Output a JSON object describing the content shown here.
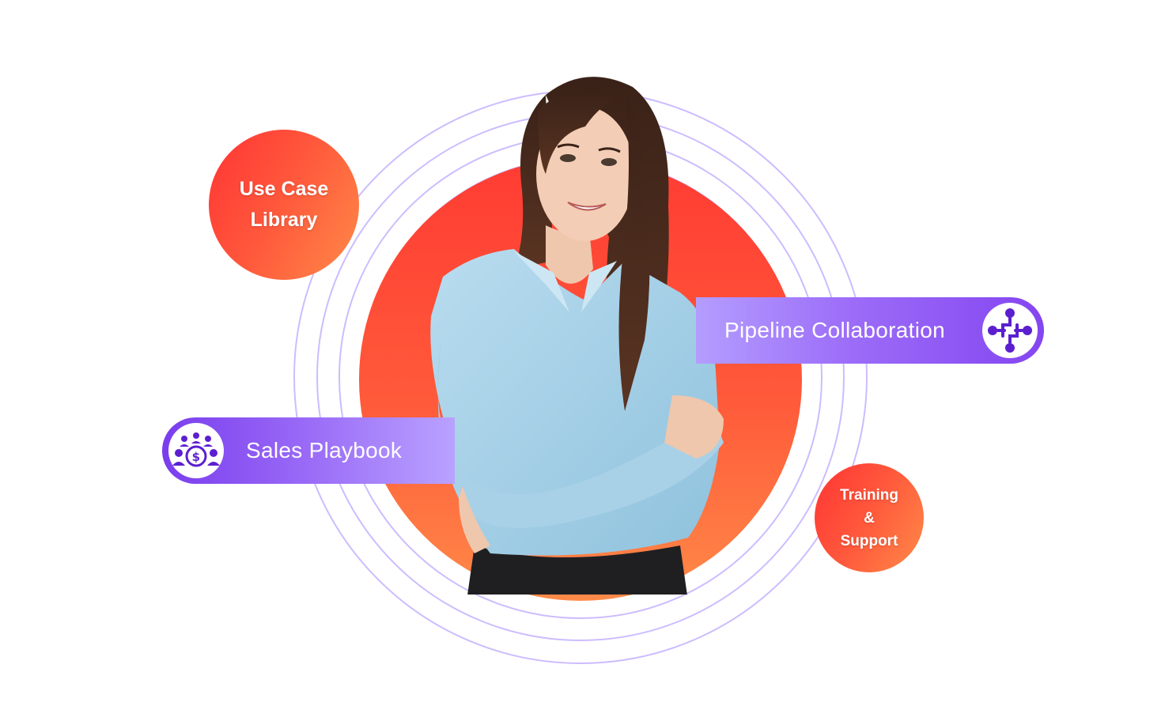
{
  "bubbles": {
    "use_case_line1": "Use Case",
    "use_case_line2": "Library",
    "training_line1": "Training",
    "training_line2": "&",
    "training_line3": "Support"
  },
  "pills": {
    "pipeline_label": "Pipeline Collaboration",
    "pipeline_icon": "collaboration-icon",
    "sales_label": "Sales Playbook",
    "sales_icon": "team-money-icon"
  },
  "colors": {
    "orange_red": "#ff3b33",
    "orange_light": "#ff8a48",
    "purple": "#8445f0",
    "lavender": "#b49dff",
    "ring": "#c9b6ff",
    "icon_purple": "#5b1fd0"
  }
}
